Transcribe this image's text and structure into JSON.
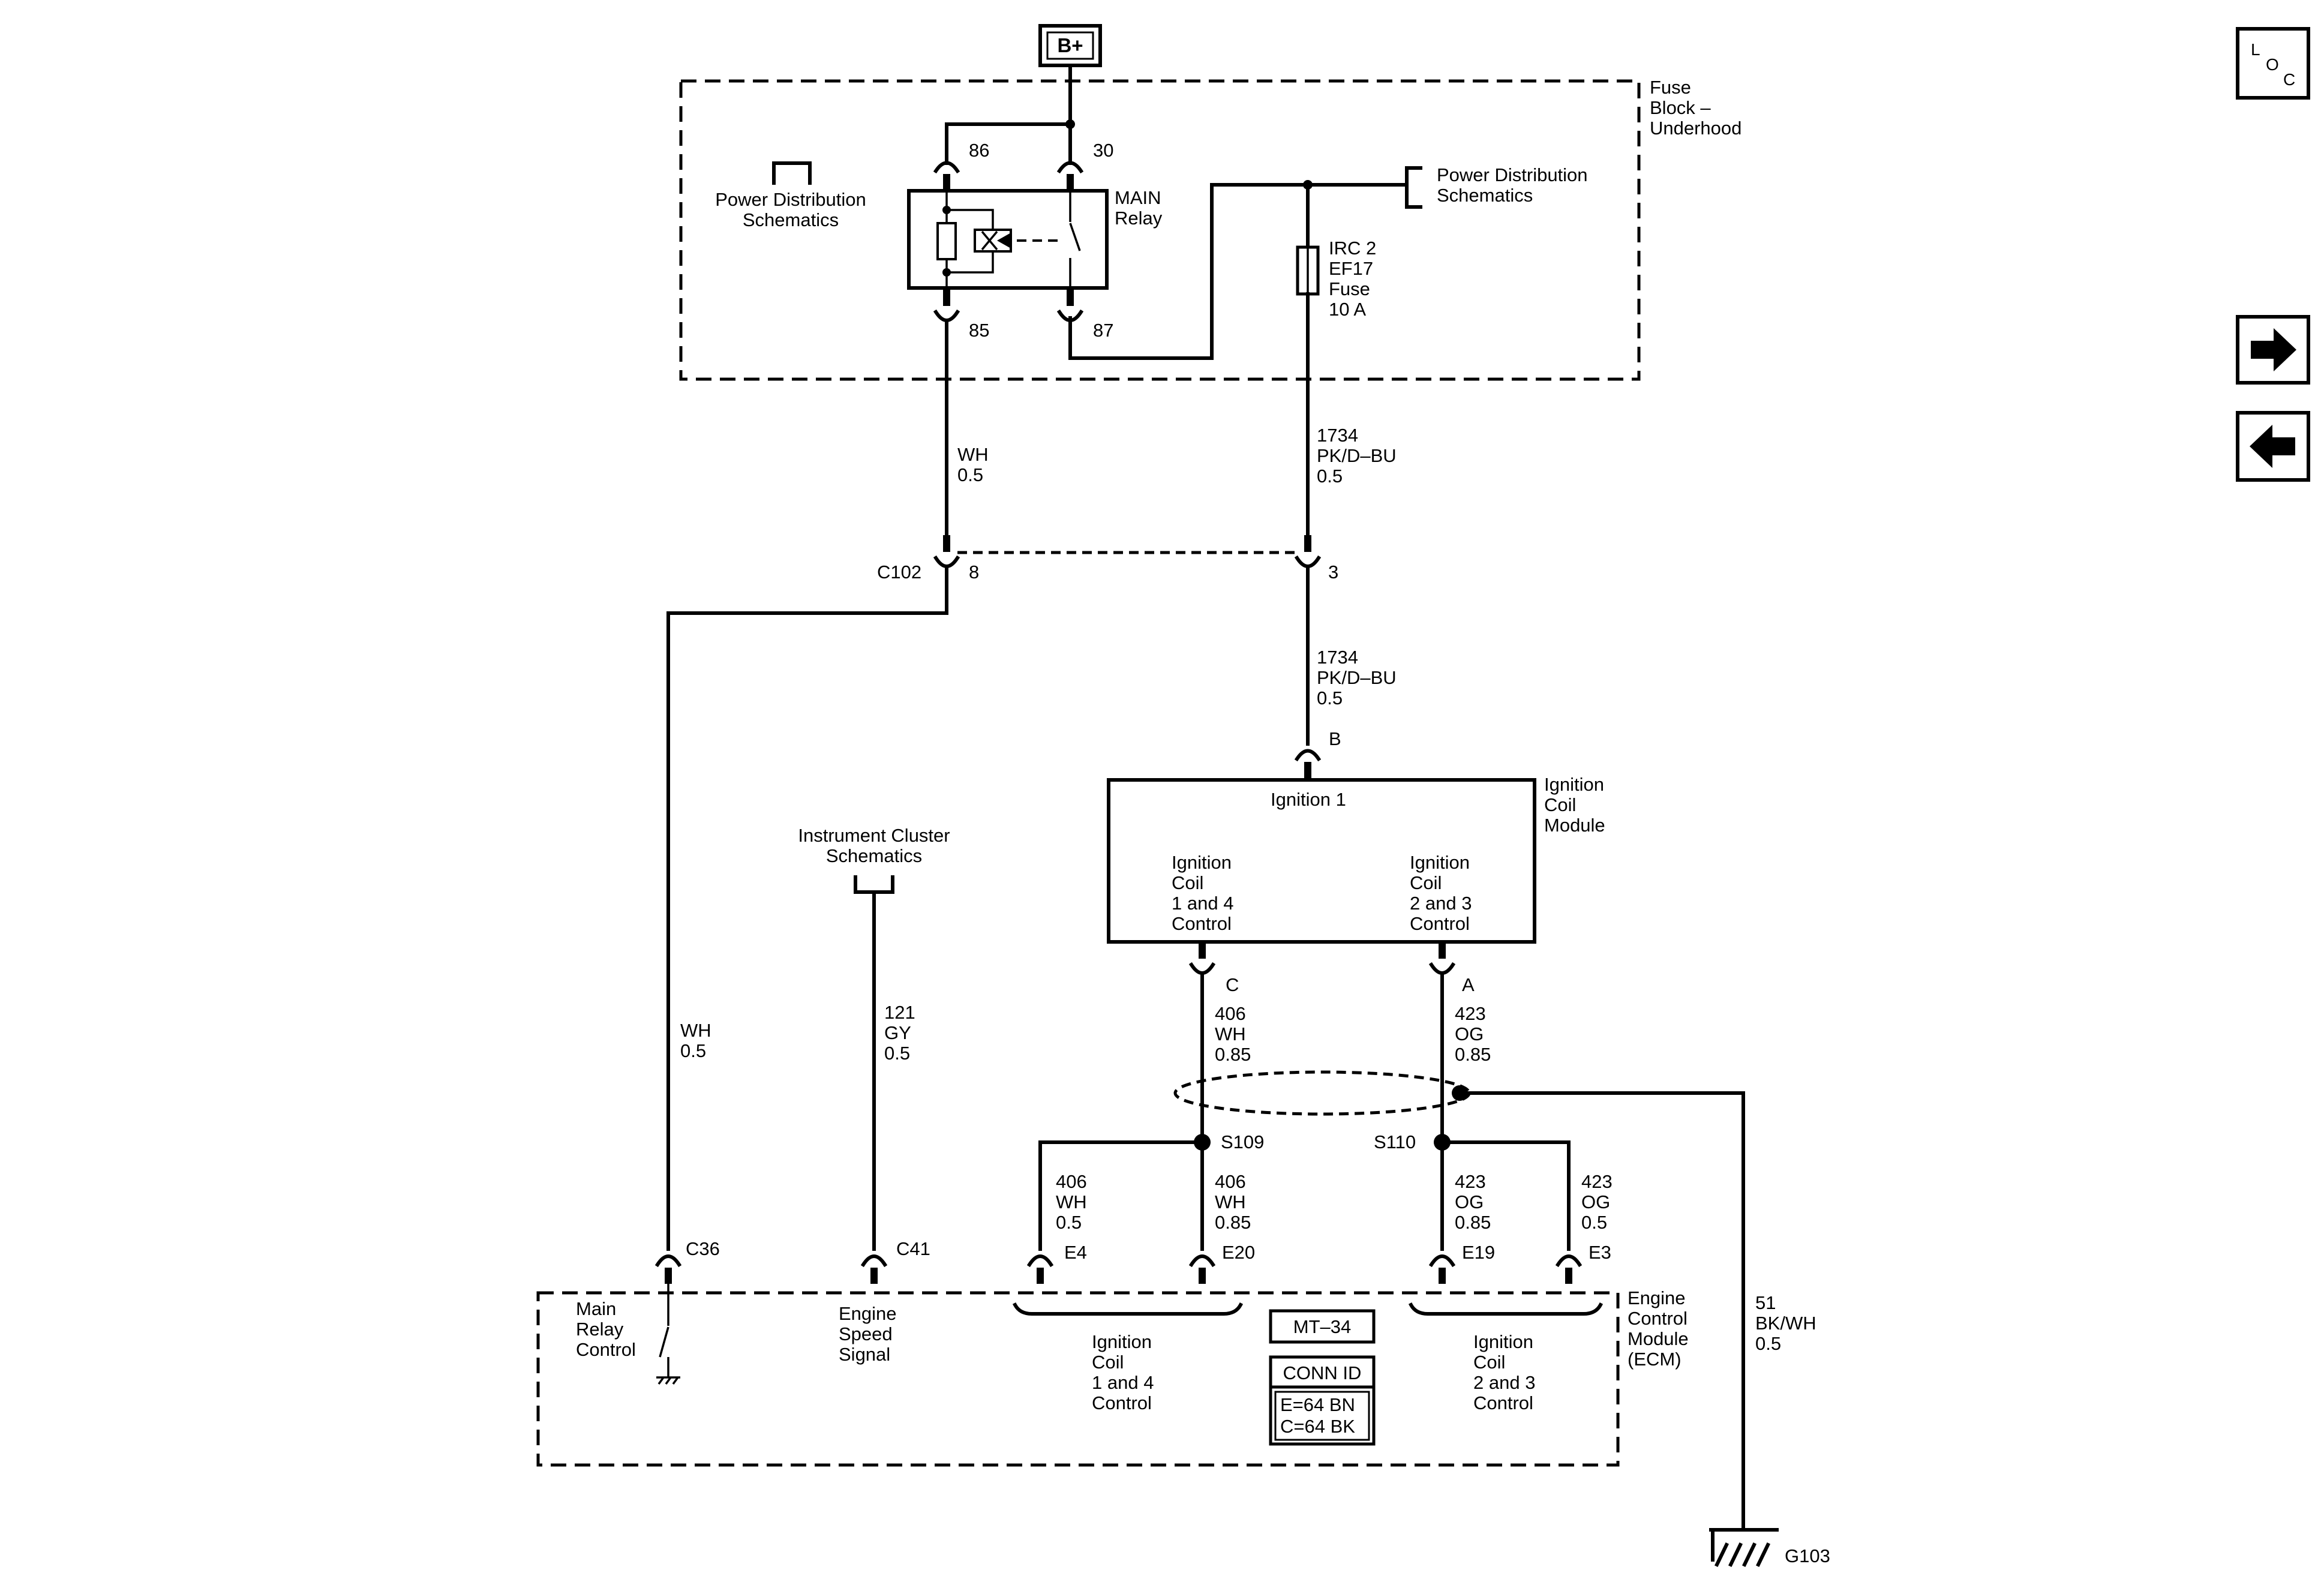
{
  "power_source": "B+",
  "fuse_block": {
    "lines": [
      "Fuse",
      "Block –",
      "Underhood"
    ]
  },
  "relay": {
    "name_lines": [
      "MAIN",
      "Relay"
    ],
    "pins": {
      "p86": "86",
      "p30": "30",
      "p85": "85",
      "p87": "87"
    }
  },
  "pds_left": [
    "Power Distribution",
    "Schematics"
  ],
  "pds_right": [
    "Power Distribution",
    "Schematics"
  ],
  "fuse": {
    "lines": [
      "IRC 2",
      "EF17",
      "Fuse",
      "10 A"
    ]
  },
  "wires": {
    "relay85": [
      "WH",
      "0.5"
    ],
    "fuse_out": [
      "1734",
      "PK/D–BU",
      "0.5"
    ],
    "c102_3": [
      "1734",
      "PK/D–BU",
      "0.5"
    ],
    "main_relay_ctrl": [
      "WH",
      "0.5"
    ],
    "engine_speed": [
      "121",
      "GY",
      "0.5"
    ],
    "coil_c": [
      "406",
      "WH",
      "0.85"
    ],
    "coil_a": [
      "423",
      "OG",
      "0.85"
    ],
    "e4": [
      "406",
      "WH",
      "0.5"
    ],
    "e20": [
      "406",
      "WH",
      "0.85"
    ],
    "e19": [
      "423",
      "OG",
      "0.85"
    ],
    "e3": [
      "423",
      "OG",
      "0.5"
    ],
    "ground": [
      "51",
      "BK/WH",
      "0.5"
    ]
  },
  "c102": {
    "name": "C102",
    "pin8": "8",
    "pin3": "3"
  },
  "ignition_module": {
    "pin_b": "B",
    "title": "Ignition 1",
    "label": [
      "Ignition",
      "Coil",
      "Module"
    ],
    "ctrl14": [
      "Ignition",
      "Coil",
      "1 and 4",
      "Control"
    ],
    "ctrl23": [
      "Ignition",
      "Coil",
      "2 and 3",
      "Control"
    ],
    "pin_c": "C",
    "pin_a": "A"
  },
  "instrument_cluster": [
    "Instrument Cluster",
    "Schematics"
  ],
  "splices": {
    "s109": "S109",
    "s110": "S110"
  },
  "ecm": {
    "label": [
      "Engine",
      "Control",
      "Module",
      "(ECM)"
    ],
    "c36": "C36",
    "c41": "C41",
    "e4": "E4",
    "e20": "E20",
    "e19": "E19",
    "e3": "E3",
    "main_relay_control": [
      "Main",
      "Relay",
      "Control"
    ],
    "engine_speed_signal": [
      "Engine",
      "Speed",
      "Signal"
    ],
    "coil14": [
      "Ignition",
      "Coil",
      "1 and 4",
      "Control"
    ],
    "coil23": [
      "Ignition",
      "Coil",
      "2 and 3",
      "Control"
    ],
    "mt": "MT–34",
    "conn_id": "CONN ID",
    "conn_e": "E=64 BN",
    "conn_c": "C=64 BK"
  },
  "ground": "G103",
  "nav": {
    "loc": [
      "L",
      "O",
      "C"
    ],
    "next_icon": "arrow-right-icon",
    "prev_icon": "arrow-left-icon"
  }
}
